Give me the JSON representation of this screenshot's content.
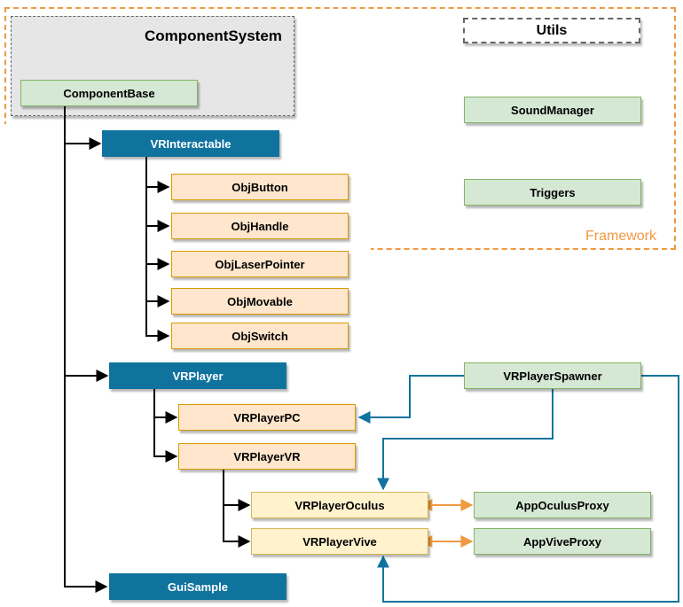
{
  "groups": {
    "component_system": "ComponentSystem",
    "utils": "Utils",
    "framework": "Framework"
  },
  "nodes": {
    "component_base": "ComponentBase",
    "sound_manager": "SoundManager",
    "triggers": "Triggers",
    "vr_interactable": "VRInteractable",
    "obj_button": "ObjButton",
    "obj_handle": "ObjHandle",
    "obj_laser_pointer": "ObjLaserPointer",
    "obj_movable": "ObjMovable",
    "obj_switch": "ObjSwitch",
    "vr_player": "VRPlayer",
    "vr_player_spawner": "VRPlayerSpawner",
    "vr_player_pc": "VRPlayerPC",
    "vr_player_vr": "VRPlayerVR",
    "vr_player_oculus": "VRPlayerOculus",
    "app_oculus_proxy": "AppOculusProxy",
    "vr_player_vive": "VRPlayerVive",
    "app_vive_proxy": "AppViveProxy",
    "gui_sample": "GuiSample"
  },
  "colors": {
    "framework_border": "#f09942",
    "green_fill": "#d5e8d4",
    "orange_fill": "#ffe6cc",
    "yellow_fill": "#fff2cc",
    "blue_fill": "#10739e",
    "spawn_edge": "#10739e",
    "proxy_edge": "#f09942"
  }
}
